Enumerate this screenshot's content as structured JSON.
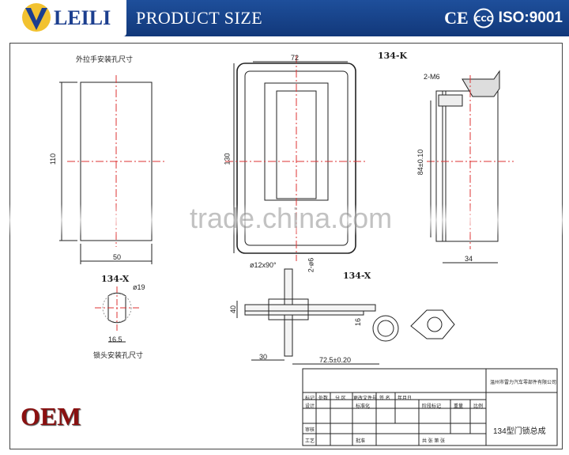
{
  "header": {
    "brand": "LEILI",
    "title": "PRODUCT SIZE",
    "cert_ce": "CE",
    "cert_iso": "ISO:9001"
  },
  "drawing": {
    "label_outer_handle_hole": "外拉手安装孔尺寸",
    "label_lock_hole": "锁头安装孔尺寸",
    "model_top": "134-K",
    "model_lock": "134-X",
    "model_assembly": "134-X",
    "dim_72": "72",
    "dim_110": "110",
    "dim_130": "130",
    "dim_50": "50",
    "dim_34": "34",
    "dim_84": "84±0.10",
    "dim_m6": "2-M6",
    "dim_19": "ø19",
    "dim_16_5": "16.5",
    "dim_12x90": "ø12x90°",
    "dim_2x6": "2-ø6",
    "dim_40": "40",
    "dim_16": "16",
    "dim_30": "30",
    "dim_72_5": "72.5±0.20"
  },
  "title_block": {
    "company": "温州市雷力汽车零部件有限公司",
    "product_name": "134型门锁总成",
    "row_labels": [
      "标记",
      "处数",
      "分 区",
      "更改文件号",
      "签 名",
      "年月日"
    ],
    "designer": "设计",
    "standardize": "标准化",
    "stage_mark": "阶段标记",
    "weight": "重量",
    "scale": "比例",
    "review": "审核",
    "process": "工艺",
    "approve": "批准",
    "sheets": "共    张    第    张"
  },
  "watermark": "trade.china.com",
  "oem": "OEM"
}
